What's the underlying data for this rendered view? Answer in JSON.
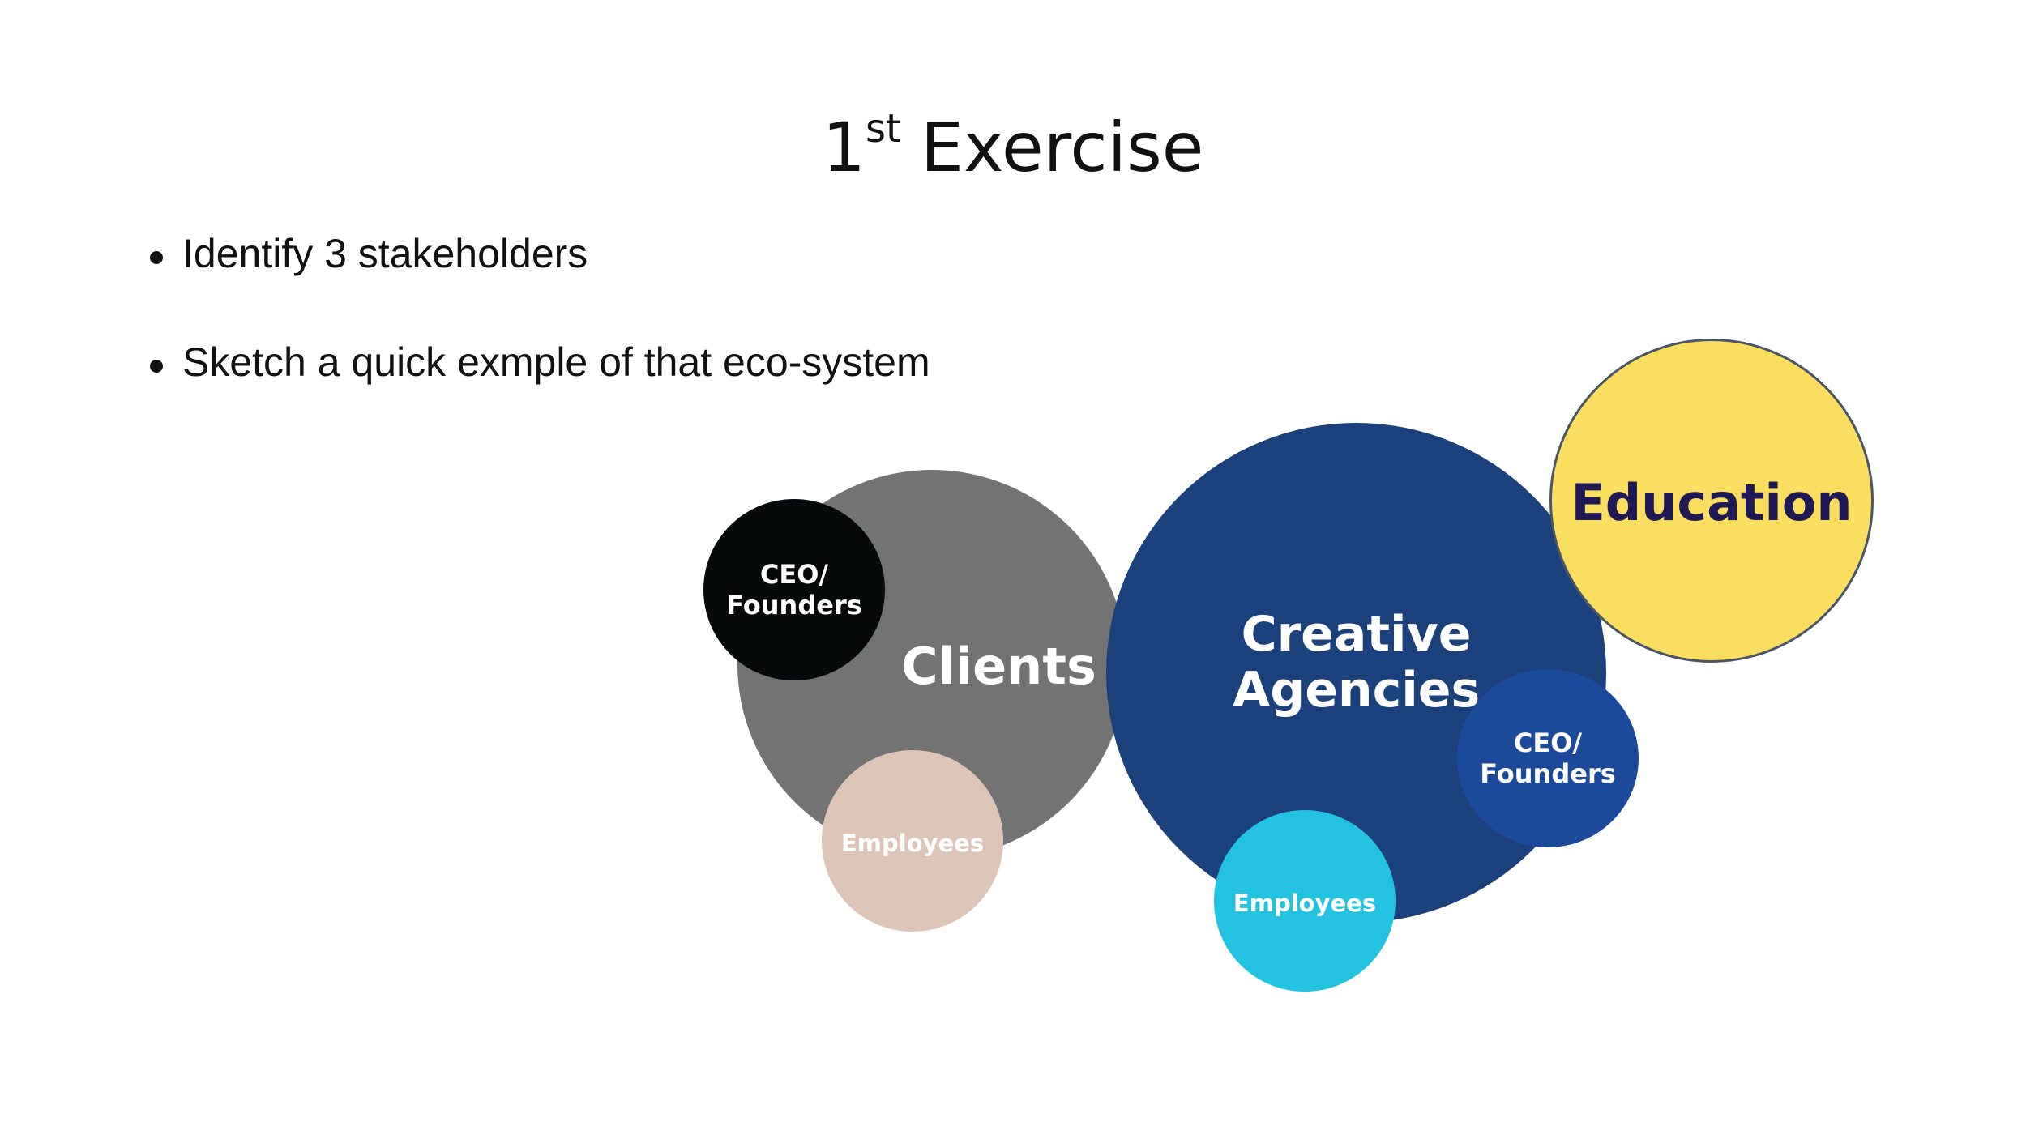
{
  "slide": {
    "title": {
      "main": "1",
      "superscript": "st",
      "rest": "Exercise"
    },
    "bullets": [
      "Identify 3 stakeholders",
      "Sketch a quick exmple of that eco-system"
    ]
  },
  "diagram": {
    "clients": {
      "label": "Clients",
      "color": "#737373"
    },
    "creative_agencies": {
      "label": "Creative\nAgencies",
      "color": "#1a417b"
    },
    "education": {
      "label": "Education",
      "color": "#fbdd60"
    },
    "clients_ceo": {
      "label": "CEO/\nFounders",
      "color": "#070a0a"
    },
    "clients_employees": {
      "label": "Employees",
      "color": "#dcc5b6"
    },
    "agencies_ceo": {
      "label": "CEO/\nFounders",
      "color": "#1b4a9b"
    },
    "agencies_employees": {
      "label": "Employees",
      "color": "#22c2e0"
    }
  }
}
